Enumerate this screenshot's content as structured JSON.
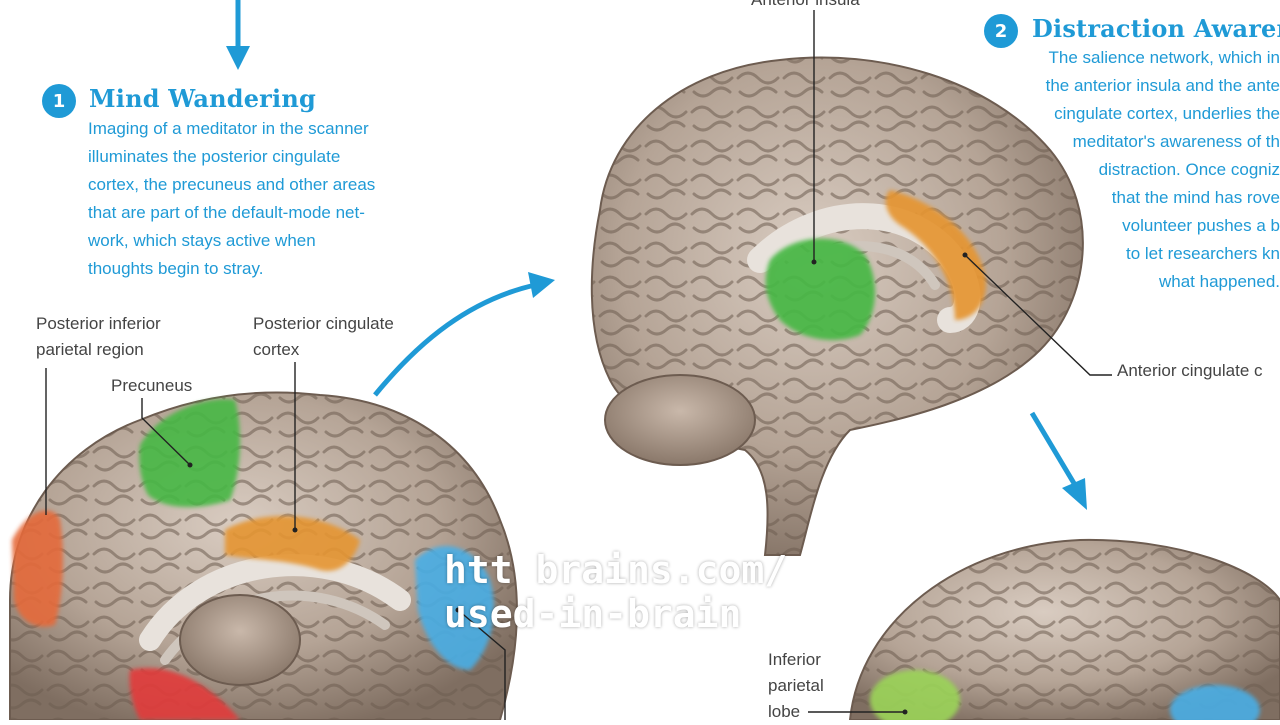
{
  "step1": {
    "number": "1",
    "title": "Mind Wandering",
    "lines": [
      "Imaging of a meditator in the scanner",
      "illuminates the posterior cingulate",
      "cortex, the precuneus and other areas",
      "that are part of the default-mode net-",
      "work, which stays active when",
      "thoughts begin to stray."
    ]
  },
  "step2": {
    "number": "2",
    "title": "Distraction Awarene",
    "lines": [
      "The salience network, which in",
      "the anterior insula and the ante",
      "cingulate cortex, underlies the",
      "meditator's awareness of th",
      "distraction. Once cogniz",
      "that the mind has rove",
      "volunteer pushes a b",
      "to let researchers kn",
      "what happened."
    ]
  },
  "labels": {
    "posterior_inferior_parietal": [
      "Posterior inferior",
      "parietal region"
    ],
    "precuneus": "Precuneus",
    "posterior_cingulate": [
      "Posterior cingulate",
      "cortex"
    ],
    "anterior_insula": "Anterior insula",
    "anterior_cingulate": "Anterior cingulate c",
    "inferior_parietal_lobe": [
      "Inferior",
      "parietal",
      "lobe"
    ]
  },
  "watermark": {
    "line1": "htt          brains.com/",
    "line2": "          used-in-brain"
  },
  "colors": {
    "accent_blue": "#1f9ad6",
    "brain_tissue": "#b9a89b",
    "region_green": "#46b844",
    "region_orange": "#e59530",
    "region_blue": "#4aaee5",
    "region_red_orange": "#e56a3a",
    "region_red": "#e23a3a",
    "label_gray": "#444444"
  },
  "icons": [
    "arrow-down-icon",
    "curved-arrow-icon",
    "arrow-diagonal-icon"
  ]
}
